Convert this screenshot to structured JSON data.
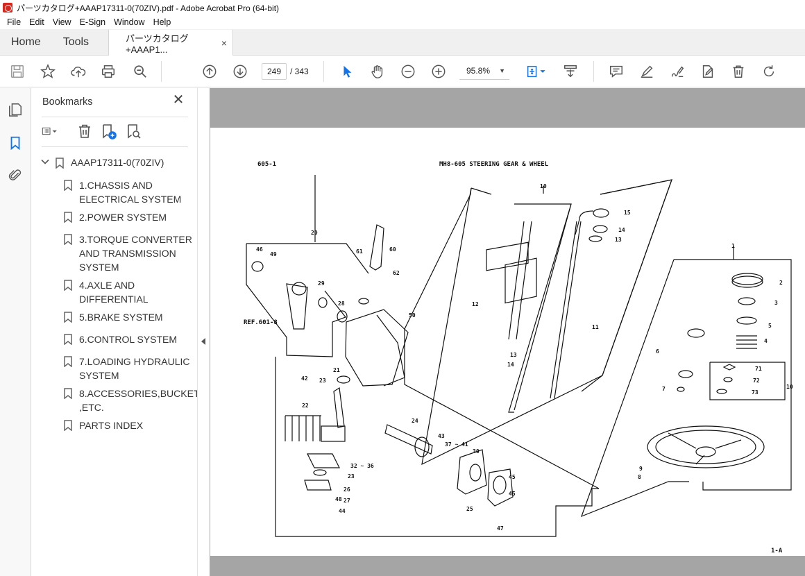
{
  "window": {
    "title": "パーツカタログ+AAAP17311-0(70ZIV).pdf - Adobe Acrobat Pro (64-bit)"
  },
  "menu": [
    "File",
    "Edit",
    "View",
    "E-Sign",
    "Window",
    "Help"
  ],
  "tabs": {
    "home": "Home",
    "tools": "Tools",
    "document": "パーツカタログ+AAAP1...",
    "close_symbol": "×"
  },
  "toolbar": {
    "current_page": "249",
    "total_pages": "/ 343",
    "zoom": "95.8%"
  },
  "bookmarks": {
    "title": "Bookmarks",
    "root": "AAAP17311-0(70ZIV)",
    "items": [
      "1.CHASSIS AND ELECTRICAL SYSTEM",
      "2.POWER SYSTEM",
      "3.TORQUE CONVERTER AND TRANSMISSION SYSTEM",
      "4.AXLE AND DIFFERENTIAL",
      "5.BRAKE SYSTEM",
      "6.CONTROL SYSTEM",
      "7.LOADING HYDRAULIC SYSTEM",
      "8.ACCESSORIES,BUCKET ,ETC.",
      "PARTS INDEX"
    ]
  },
  "drawing": {
    "page_code": "605-1",
    "heading": "MH8-605   STEERING GEAR & WHEEL",
    "ref_label": "REF.601-8",
    "footer_code": "1-A",
    "callouts": [
      "1",
      "2",
      "3",
      "4",
      "5",
      "6",
      "7",
      "8",
      "9",
      "10",
      "10",
      "11",
      "12",
      "13",
      "13",
      "14",
      "14",
      "15",
      "20",
      "21",
      "22",
      "23",
      "23",
      "24",
      "25",
      "26",
      "27",
      "28",
      "29",
      "30",
      "32 ~ 36",
      "37 ~ 41",
      "42",
      "43",
      "44",
      "44",
      "45",
      "45",
      "46",
      "47",
      "48",
      "49",
      "50",
      "60",
      "61",
      "62",
      "71",
      "72",
      "73"
    ]
  }
}
